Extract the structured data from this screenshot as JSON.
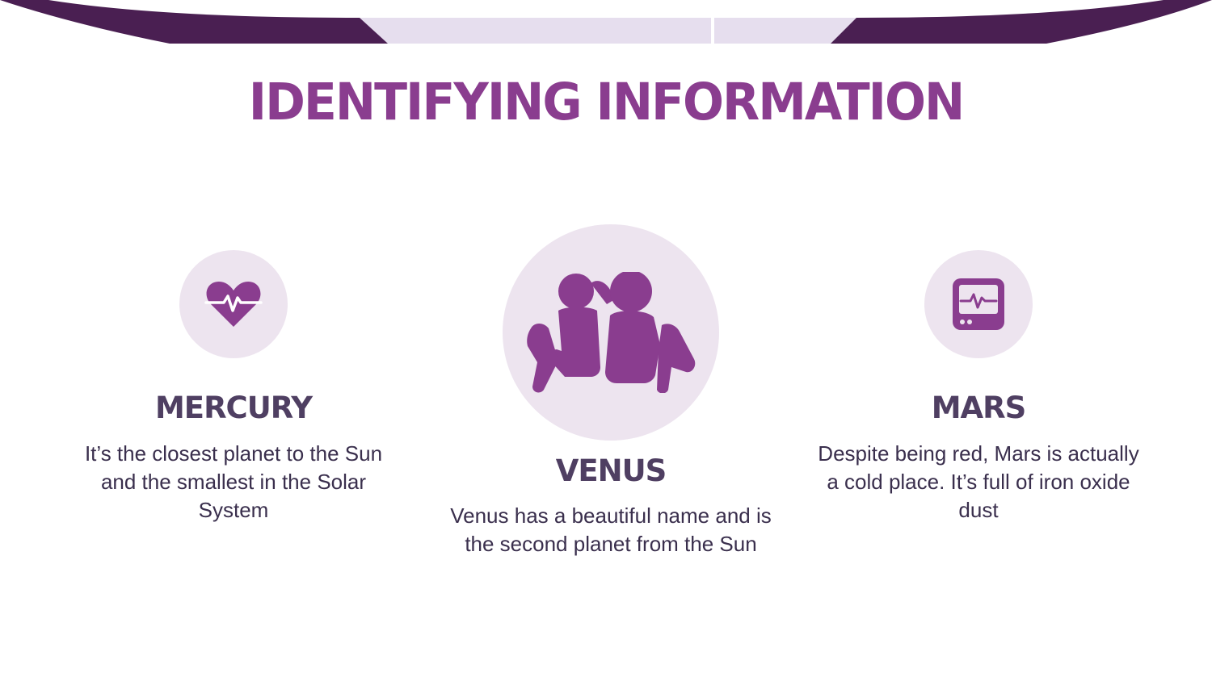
{
  "title": "IDENTIFYING INFORMATION",
  "colors": {
    "title": "#8a3d8f",
    "heading": "#4f3f62",
    "body": "#3a2f4d",
    "icon": "#8a3d8f",
    "circle": "#ede4ef",
    "band_dark": "#4a1f52",
    "band_light": "#e6deee"
  },
  "planets": [
    {
      "name": "MERCURY",
      "description": "It’s the closest planet to the Sun and the smallest in the Solar System",
      "icon": "heart-pulse-icon"
    },
    {
      "name": "VENUS",
      "description": "Venus has a beautiful name and is the second planet from the Sun",
      "icon": "two-people-sitting-icon"
    },
    {
      "name": "MARS",
      "description": "Despite being red, Mars is actually a cold place. It’s full of iron oxide dust",
      "icon": "heart-monitor-icon"
    }
  ]
}
